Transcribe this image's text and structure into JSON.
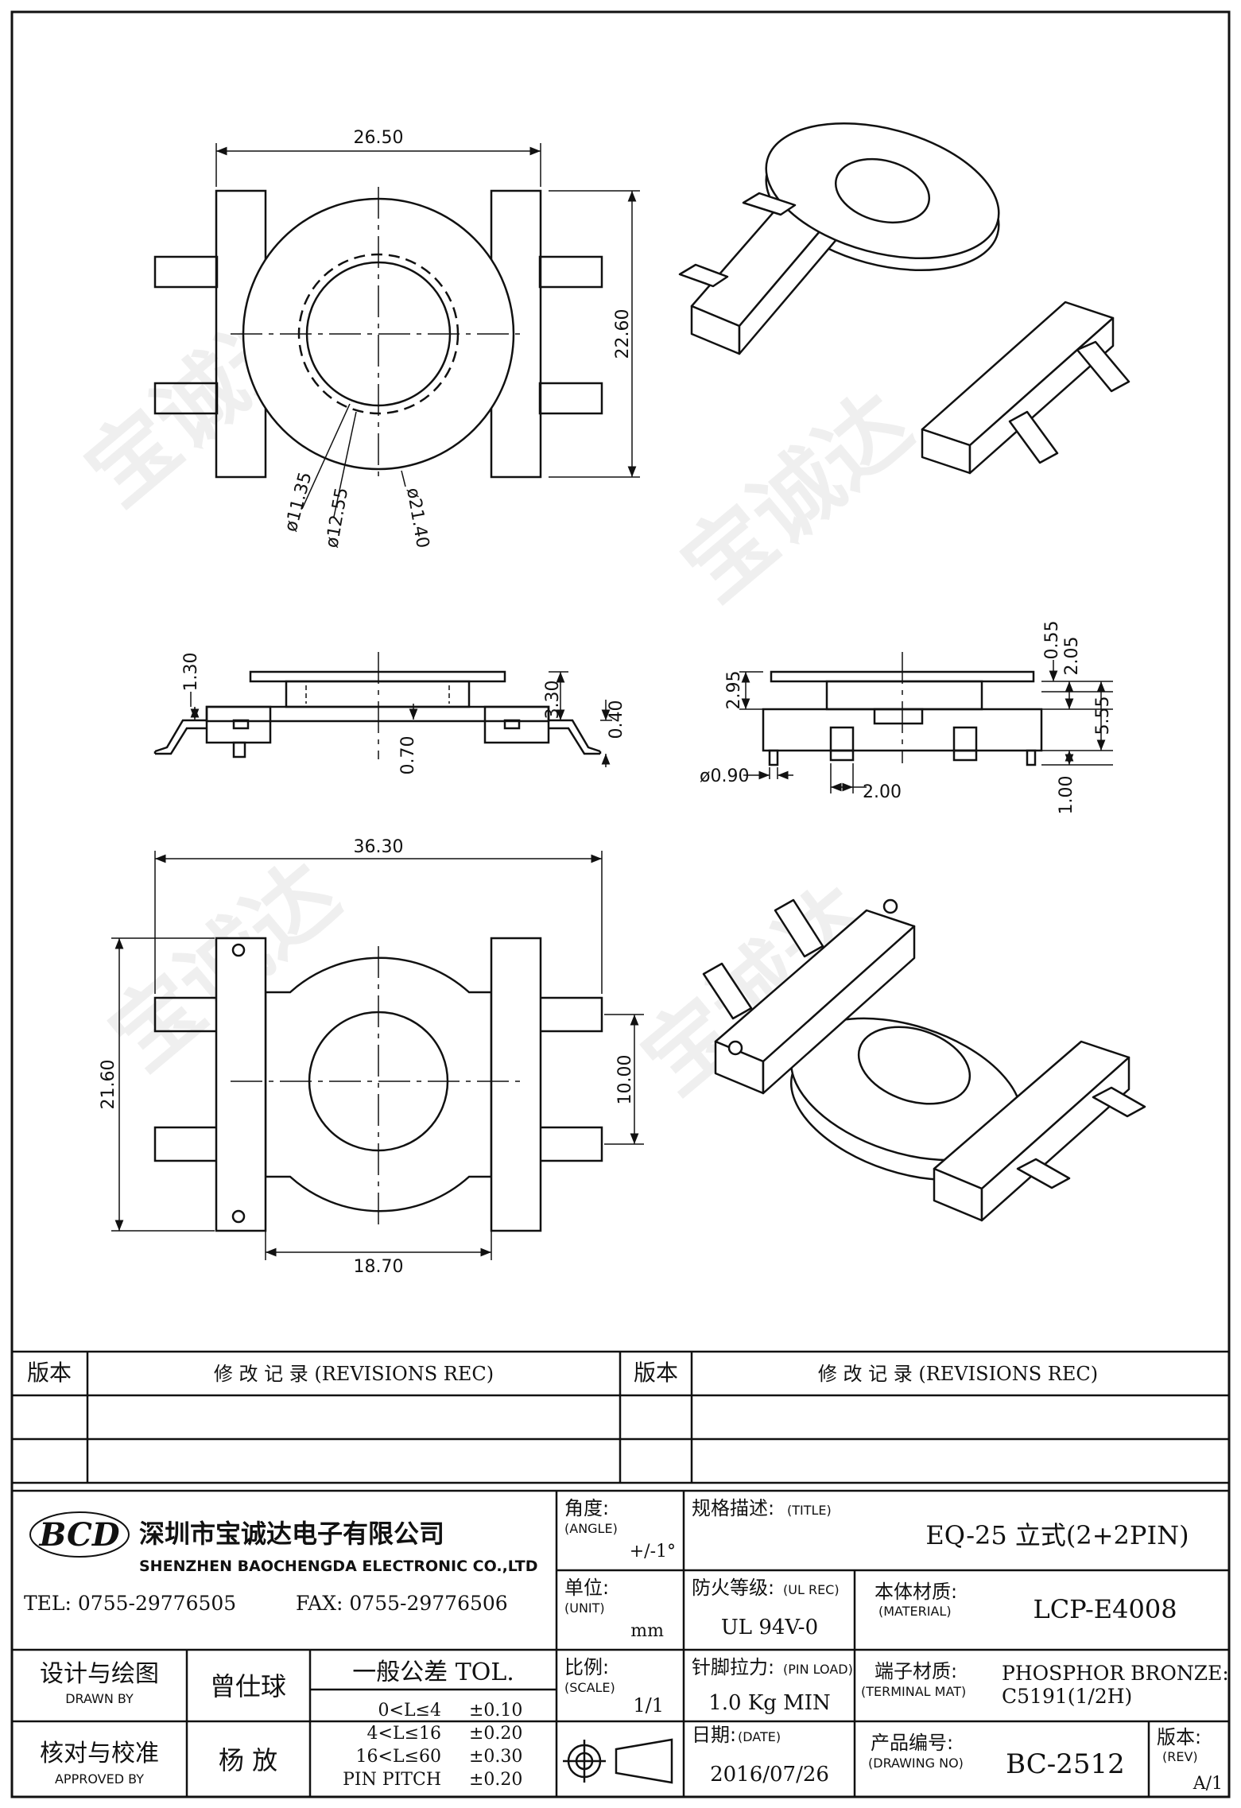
{
  "dimensions": {
    "top_width": "26.50",
    "top_height": "22.60",
    "dia_inner": "ø11.35",
    "dia_dashed": "ø12.55",
    "dia_outer": "ø21.40",
    "side_1_30": "1.30",
    "side_3_30": "3.30",
    "side_0_40": "0.40",
    "side_0_70": "0.70",
    "r_2_95": "2.95",
    "r_0_55": "0.55",
    "r_2_05": "2.05",
    "r_5_55": "5.55",
    "r_pin_dia": "ø0.90",
    "r_2_00": "2.00",
    "r_1_00": "1.00",
    "bottom_width": "36.30",
    "bottom_height": "21.60",
    "bottom_pitch": "10.00",
    "bottom_inner": "18.70"
  },
  "revisions": {
    "ver_label": "版本",
    "rec_label": "修  改  记  录  (REVISIONS REC)"
  },
  "company": {
    "logo": "BCD",
    "name_cn": "深圳市宝诚达电子有限公司",
    "name_en": "SHENZHEN BAOCHENGDA ELECTRONIC CO.,LTD",
    "tel": "TEL: 0755-29776505",
    "fax": "FAX: 0755-29776506"
  },
  "titleblock": {
    "angle_cn": "角度:",
    "angle_en": "(ANGLE)",
    "angle_val": "+/-1°",
    "title_cn": "规格描述:",
    "title_en": "(TITLE)",
    "title_val": "EQ-25 立式(2+2PIN)",
    "unit_cn": "单位:",
    "unit_en": "(UNIT)",
    "unit_val": "mm",
    "ul_cn": "防火等级:",
    "ul_en": "(UL REC)",
    "ul_val": "UL 94V-0",
    "mat_cn": "本体材质:",
    "mat_en": "(MATERIAL)",
    "mat_val": "LCP-E4008",
    "drawn_cn": "设计与绘图",
    "drawn_en": "DRAWN BY",
    "drawn_name": "曾仕球",
    "tol_title": "一般公差 TOL.",
    "tol_rows": [
      {
        "range": "0<L≤4",
        "val": "±0.10"
      },
      {
        "range": "4<L≤16",
        "val": "±0.20"
      },
      {
        "range": "16<L≤60",
        "val": "±0.30"
      },
      {
        "range": "PIN PITCH",
        "val": "±0.20"
      }
    ],
    "scale_cn": "比例:",
    "scale_en": "(SCALE)",
    "scale_val": "1/1",
    "pin_cn": "针脚拉力:",
    "pin_en": "(PIN LOAD)",
    "pin_val": "1.0 Kg MIN",
    "term_cn": "端子材质:",
    "term_en": "(TERMINAL MAT)",
    "term_val1": "PHOSPHOR BRONZE:",
    "term_val2": "C5191(1/2H)",
    "appr_cn": "核对与校准",
    "appr_en": "APPROVED BY",
    "appr_name": "杨  放",
    "date_cn": "日期:",
    "date_en": "(DATE)",
    "date_val": "2016/07/26",
    "dwg_cn": "产品编号:",
    "dwg_en": "(DRAWING NO)",
    "dwg_val": "BC-2512",
    "rev_cn": "版本:",
    "rev_en": "(REV)",
    "rev_val": "A/1"
  },
  "watermark": "宝诚达"
}
